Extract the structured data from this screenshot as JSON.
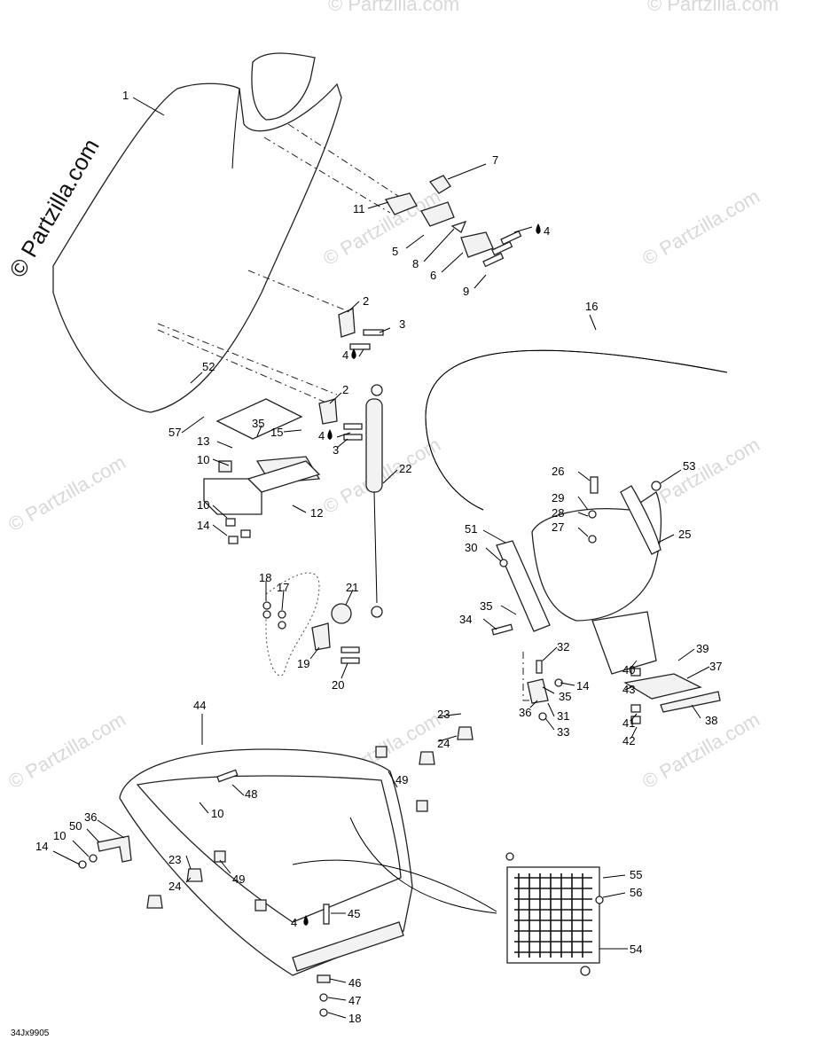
{
  "watermark": "© Partzilla.com",
  "watermark_faint": "© Partzilla.com",
  "footer_code": "34Jx9905",
  "callouts": {
    "c1": "1",
    "c2a": "2",
    "c2b": "2",
    "c3a": "3",
    "c3b": "3",
    "c4a": "4",
    "c4b": "4",
    "c4c": "4",
    "c4d": "4",
    "c5": "5",
    "c6": "6",
    "c7": "7",
    "c8": "8",
    "c9": "9",
    "c10a": "10",
    "c10b": "10",
    "c10c": "10",
    "c10d": "10",
    "c11": "11",
    "c12": "12",
    "c13": "13",
    "c14a": "14",
    "c14b": "14",
    "c14c": "14",
    "c15": "15",
    "c16": "16",
    "c17": "17",
    "c18a": "18",
    "c18b": "18",
    "c19": "19",
    "c20": "20",
    "c21": "21",
    "c22": "22",
    "c23a": "23",
    "c23b": "23",
    "c24a": "24",
    "c24b": "24",
    "c25": "25",
    "c26": "26",
    "c27": "27",
    "c28": "28",
    "c29": "29",
    "c30": "30",
    "c31": "31",
    "c32": "32",
    "c33": "33",
    "c34": "34",
    "c35a": "35",
    "c35b": "35",
    "c35c": "35",
    "c36a": "36",
    "c36b": "36",
    "c37": "37",
    "c38": "38",
    "c39": "39",
    "c40": "40",
    "c41": "41",
    "c42": "42",
    "c43": "43",
    "c44": "44",
    "c45": "45",
    "c46": "46",
    "c47": "47",
    "c48": "48",
    "c49a": "49",
    "c49b": "49",
    "c50": "50",
    "c51": "51",
    "c52": "52",
    "c53": "53",
    "c54": "54",
    "c55": "55",
    "c56": "56",
    "c57": "57"
  },
  "icons": {
    "thread_locker": "oil-drop-icon"
  }
}
